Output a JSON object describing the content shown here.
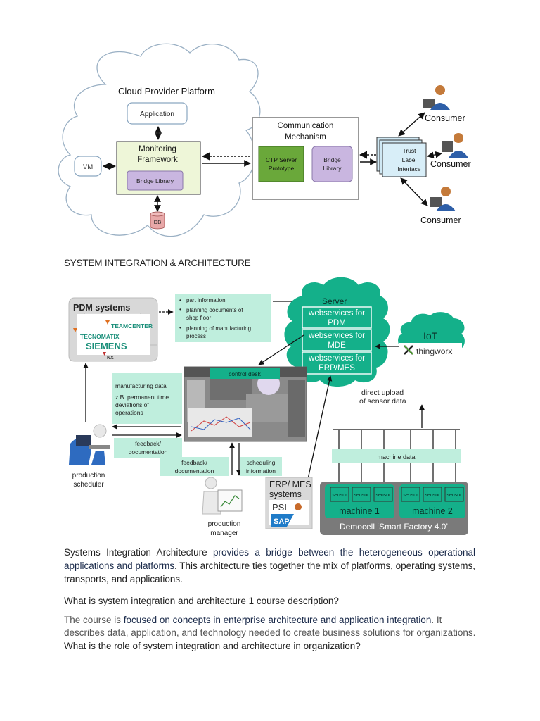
{
  "diagram1": {
    "cloud_title": "Cloud Provider Platform",
    "application": "Application",
    "monitoring_line1": "Monitoring",
    "monitoring_line2": "Framework",
    "bridge_library_inner": "Bridge Library",
    "vm": "VM",
    "db": "DB",
    "comm_line1": "Communication",
    "comm_line2": "Mechanism",
    "ctp_line1": "CTP Server",
    "ctp_line2": "Prototype",
    "bridge_line1": "Bridge",
    "bridge_line2": "Library",
    "trust_line1": "Trust",
    "trust_line2": "Label",
    "trust_line3": "Interface",
    "consumer_top": "Consumer",
    "consumer_mid": "Consumer",
    "consumer_bottom": "Consumer"
  },
  "caption": "SYSTEM INTEGRATION & ARCHITECTURE",
  "diagram2": {
    "pdm_title": "PDM systems",
    "teamcenter": "TEAMCENTER",
    "tecnomatix": "TECNOMATIX",
    "siemens": "SIEMENS",
    "nx": "NX",
    "bullet1": "part information",
    "bullet2a": "planning documents of",
    "bullet2b": "shop floor",
    "bullet3a": "planning of manufacturing",
    "bullet3b": "process",
    "server": "Server",
    "ws_pdm1": "webservices for",
    "ws_pdm2": "PDM",
    "ws_mde1": "webservices for",
    "ws_mde2": "MDE",
    "ws_erp1": "webservices for",
    "ws_erp2": "ERP/MES",
    "iot": "IoT",
    "thingworx": "thingworx",
    "control_desk": "control desk",
    "mfg1": "manufacturing data",
    "mfg2": "z.B. permanent time",
    "mfg3": "deviations of",
    "mfg4": "operations",
    "direct1": "direct upload",
    "direct2": "of sensor data",
    "feedback1a": "feedback/",
    "feedback1b": "documentation",
    "feedback2a": "feedback/",
    "feedback2b": "documentation",
    "sched1": "scheduling",
    "sched2": "information",
    "machine_data": "machine data",
    "erp1": "ERP/ MES",
    "erp2": "systems",
    "psi": "PSI",
    "sap": "SAP",
    "sensor": "sensor",
    "machine1": "machine 1",
    "machine2": "machine 2",
    "democell": "Democell ‘Smart Factory 4.0’",
    "prod_sched1": "production",
    "prod_sched2": "scheduler",
    "prod_mgr1": "production",
    "prod_mgr2": "manager"
  },
  "text": {
    "p1_a": "Systems Integration Architecture",
    "p1_b": "provides a bridge between the heterogeneous operational applications and platforms",
    "p1_c": ". This architecture ties together the mix of platforms, operating systems, transports, and applications.",
    "q1": "What is system integration and architecture 1 course description?",
    "p2_a": "The course is ",
    "p2_b": "focused on concepts in enterprise architecture and application integration",
    "p2_c": ". It describes data, application, and technology needed to create business solutions for organizations.",
    "q2": "What is the role of system integration and architecture in organization?"
  },
  "colors": {
    "green_cloud": "#14b08a",
    "mint_box": "#bfeedd",
    "lavender": "#c9b6e0",
    "olive_green": "#6aa83a",
    "light_blue": "#cfe8f4",
    "sap_blue": "#1f7bc8"
  }
}
